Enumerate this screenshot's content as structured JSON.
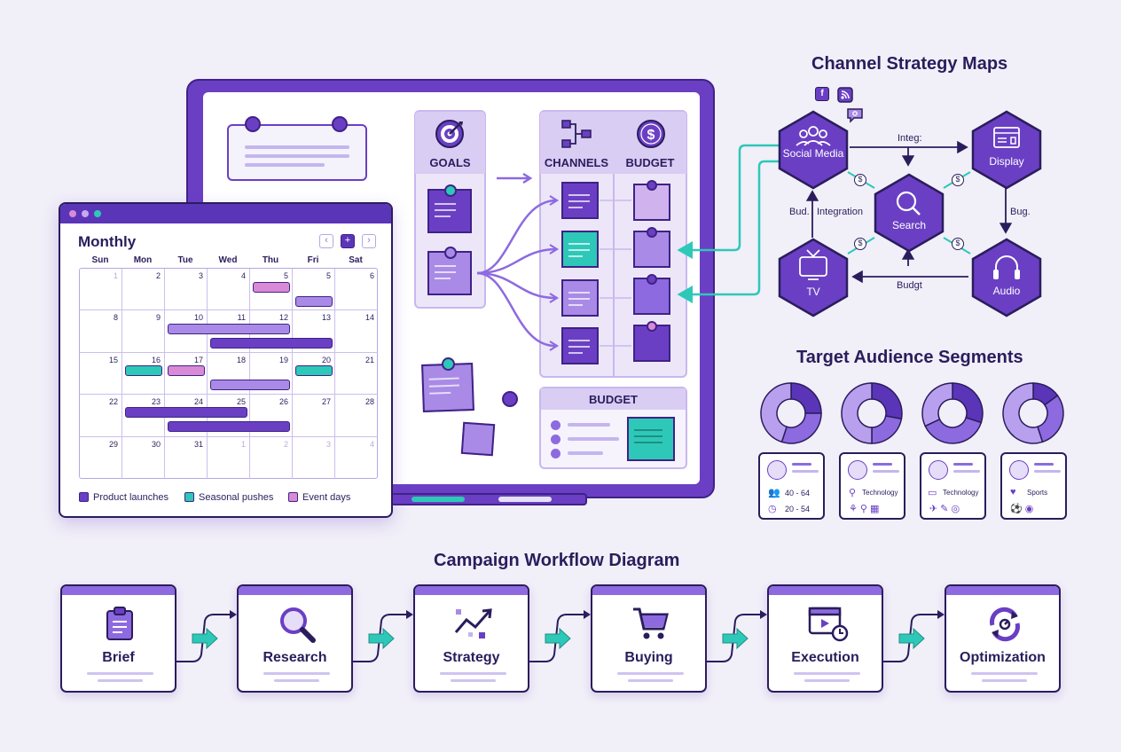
{
  "whiteboard": {
    "columns": {
      "goals": "GOALS",
      "channels": "CHANNELS",
      "budget": "BUDGET"
    },
    "budget_panel": "BUDGET"
  },
  "calendar": {
    "title": "Monthly",
    "nav": {
      "prev": "‹",
      "add": "+",
      "next": "›"
    },
    "days": [
      "Sun",
      "Mon",
      "Tue",
      "Wed",
      "Thu",
      "Fri",
      "Sat"
    ],
    "weeks": [
      [
        "1",
        "2",
        "3",
        "4",
        "5",
        "5",
        "6"
      ],
      [
        "8",
        "9",
        "10",
        "11",
        "12",
        "13",
        "14"
      ],
      [
        "15",
        "16",
        "17",
        "18",
        "19",
        "20",
        "21"
      ],
      [
        "22",
        "23",
        "24",
        "25",
        "26",
        "27",
        "28"
      ],
      [
        "29",
        "30",
        "31",
        "1",
        "2",
        "3",
        "4"
      ]
    ],
    "legend": [
      "Product launches",
      "Seasonal pushes",
      "Event days"
    ],
    "colors": {
      "product": "#6a3fc4",
      "seasonal": "#2ec8b8",
      "event": "#d98ad6",
      "soft": "#a98ae6"
    }
  },
  "channel_map": {
    "title": "Channel Strategy Maps",
    "nodes": {
      "social": "Social Media",
      "display": "Display",
      "search": "Search",
      "tv": "TV",
      "audio": "Audio"
    },
    "edges": {
      "top": "Integ:",
      "left": "Bud.",
      "middle": "Integration",
      "right": "Bug.",
      "bottom": "Budgt"
    },
    "badge": "$",
    "social_icons": [
      "f",
      "rss",
      "chat"
    ]
  },
  "audience": {
    "title": "Target Audience Segments",
    "segments": [
      {
        "donut": [
          0.25,
          0.3,
          0.45
        ],
        "rows": [
          "40 - 64",
          "20 - 54"
        ]
      },
      {
        "donut": [
          0.28,
          0.22,
          0.5
        ],
        "interest": "Technology"
      },
      {
        "donut": [
          0.3,
          0.38,
          0.32
        ],
        "interest": "Technology"
      },
      {
        "donut": [
          0.15,
          0.3,
          0.55
        ],
        "interest": "Sports"
      }
    ]
  },
  "workflow": {
    "title": "Campaign Workflow Diagram",
    "steps": [
      "Brief",
      "Research",
      "Strategy",
      "Buying",
      "Execution",
      "Optimization"
    ]
  },
  "palette": {
    "primary": "#6a3fc4",
    "dark": "#2a1d5c",
    "teal": "#2ec8b8",
    "pink": "#d98ad6",
    "light": "#a98ae6"
  }
}
